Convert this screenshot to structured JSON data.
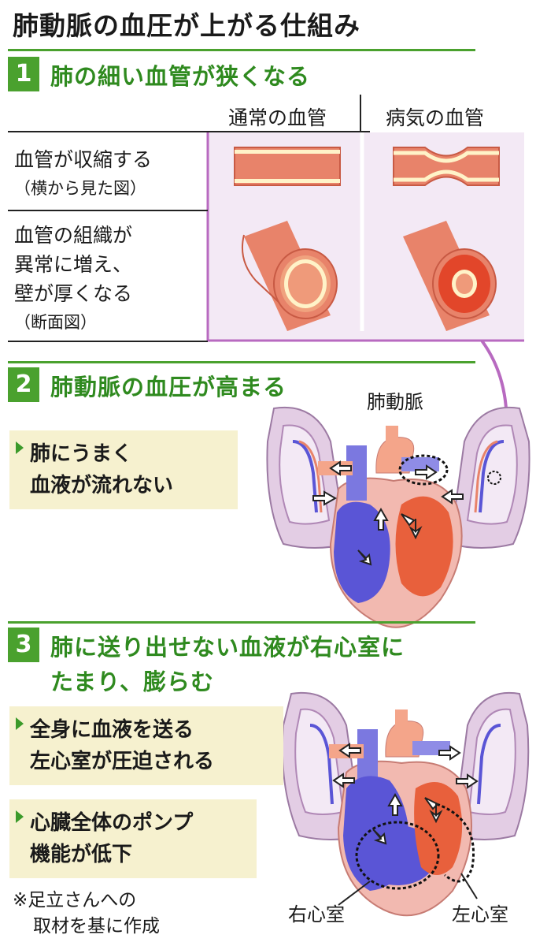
{
  "title": "肺動脈の血圧が上がる仕組み",
  "sections": [
    {
      "number": "1",
      "heading": "肺の細い血管が狭くなる"
    },
    {
      "number": "2",
      "heading": "肺動脈の血圧が高まる"
    },
    {
      "number": "3",
      "heading_line1": "肺に送り出せない血液が右心室に",
      "heading_line2": "たまり、膨らむ"
    }
  ],
  "table": {
    "col_normal": "通常の血管",
    "col_disease": "病気の血管",
    "row1_line1": "血管が収縮する",
    "row1_line2": "（横から見た図）",
    "row2_line1": "血管の組織が",
    "row2_line2": "異常に増え、",
    "row2_line3": "壁が厚くなる",
    "row2_line4": "（断面図）"
  },
  "section2": {
    "note_line1": "肺にうまく",
    "note_line2": "血液が流れない",
    "label_artery": "肺動脈"
  },
  "section3": {
    "note1_line1": "全身に血液を送る",
    "note1_line2": "左心室が圧迫される",
    "note2_line1": "心臓全体のポンプ",
    "note2_line2": "機能が低下",
    "label_right_ventricle": "右心室",
    "label_left_ventricle": "左心室"
  },
  "footnote_line1": "※足立さんへの",
  "footnote_line2": "取材を基に作成",
  "colors": {
    "green": "#4aa12e",
    "purple": "#b86ac0",
    "lavender_bg": "#f3e9f5",
    "vessel": "#e8836a",
    "note_bg": "#f6f1cf",
    "blue_heart": "#5a55d6",
    "red_heart": "#e8603c"
  }
}
